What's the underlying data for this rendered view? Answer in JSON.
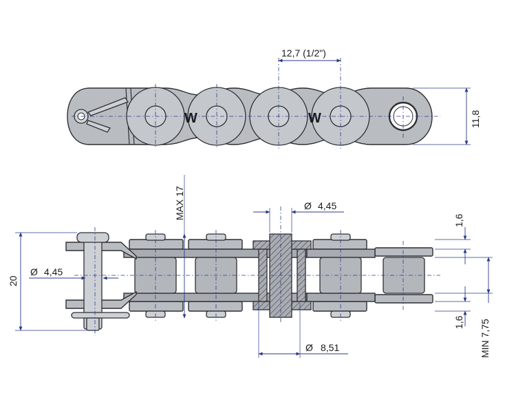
{
  "dimensions": {
    "pitch": "12,7  (1/2\")",
    "height_top": "11,8",
    "max_width": "MAX 17",
    "pin_diameter_top": "4,45",
    "pin_diameter_left": "4,45",
    "roller_diameter": "8,51",
    "plate_thickness_top": "1,6",
    "plate_thickness_bottom": "1,6",
    "inner_width": "MIN 7,75",
    "overall_height": "20",
    "phi_symbol": "Ø"
  },
  "logos": [
    "W",
    "W"
  ],
  "colors": {
    "metal": "#b9bdc2",
    "outline": "#2d2f33",
    "dimension_line": "#2a3a8a"
  }
}
